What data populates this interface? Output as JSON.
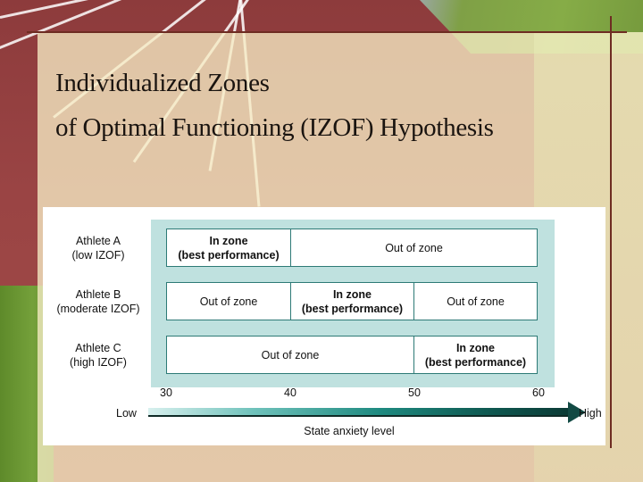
{
  "slide": {
    "title_line1": "Individualized Zones",
    "title_line2": "of Optimal Functioning (IZOF) Hypothesis"
  },
  "diagram": {
    "athletes": [
      {
        "name": "Athlete A",
        "subtitle": "(low IZOF)",
        "segments": [
          {
            "label_line1": "In zone",
            "label_line2": "(best performance)",
            "from": 30,
            "to": 40,
            "in_zone": true
          },
          {
            "label_line1": "Out of zone",
            "label_line2": "",
            "from": 40,
            "to": 60,
            "in_zone": false
          }
        ]
      },
      {
        "name": "Athlete B",
        "subtitle": "(moderate IZOF)",
        "segments": [
          {
            "label_line1": "Out of zone",
            "label_line2": "",
            "from": 30,
            "to": 40,
            "in_zone": false
          },
          {
            "label_line1": "In zone",
            "label_line2": "(best performance)",
            "from": 40,
            "to": 50,
            "in_zone": true
          },
          {
            "label_line1": "Out of zone",
            "label_line2": "",
            "from": 50,
            "to": 60,
            "in_zone": false
          }
        ]
      },
      {
        "name": "Athlete C",
        "subtitle": "(high IZOF)",
        "segments": [
          {
            "label_line1": "Out of zone",
            "label_line2": "",
            "from": 30,
            "to": 50,
            "in_zone": false
          },
          {
            "label_line1": "In zone",
            "label_line2": "(best performance)",
            "from": 50,
            "to": 60,
            "in_zone": true
          }
        ]
      }
    ],
    "axis": {
      "ticks": [
        "30",
        "40",
        "50",
        "60"
      ],
      "low_label": "Low",
      "high_label": "High",
      "title": "State anxiety level"
    },
    "colors": {
      "panel_bg": "#bfe1df",
      "cell_border": "#2d7a76",
      "arrow_dark": "#0b3a35",
      "arrow_light": "#d8f0ee",
      "rule_color": "#6e2c22"
    }
  }
}
